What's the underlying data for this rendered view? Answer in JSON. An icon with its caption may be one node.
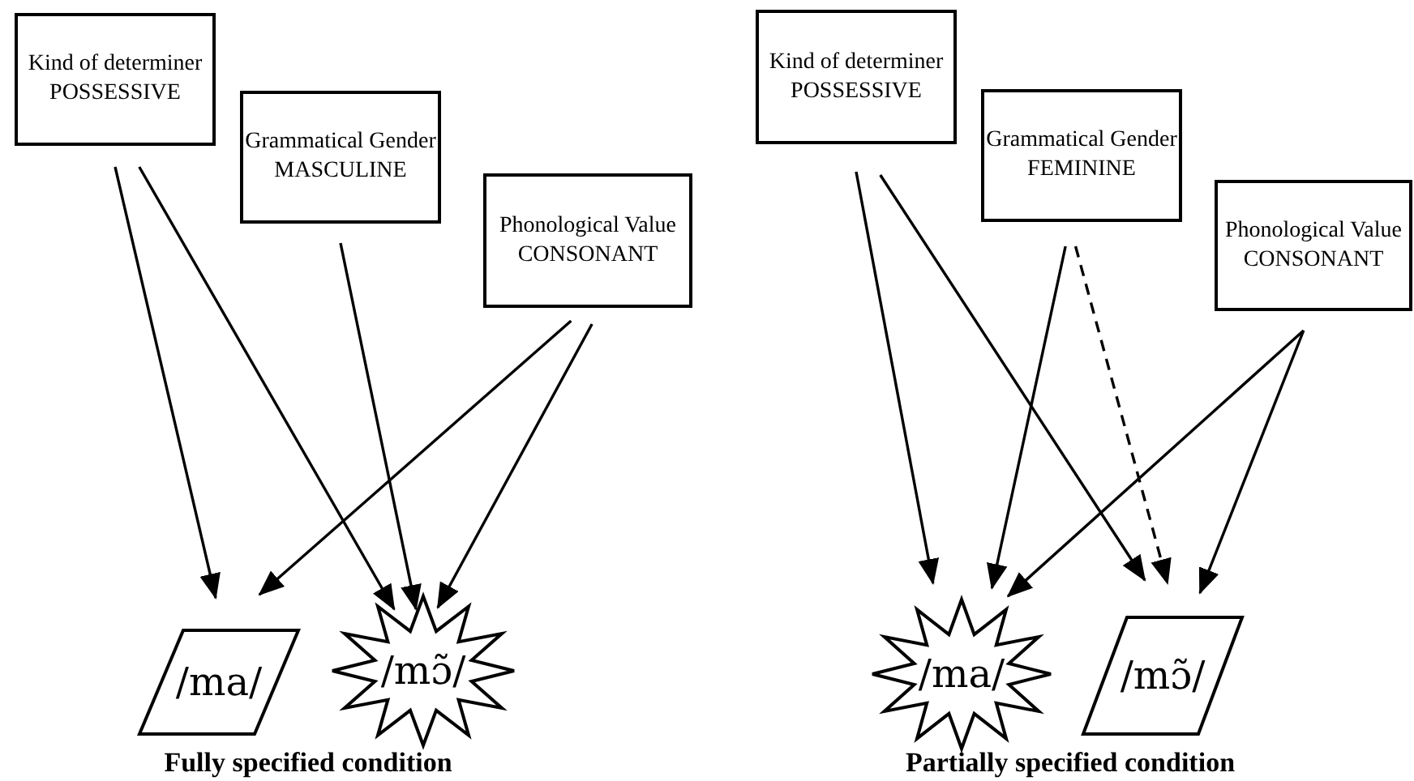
{
  "diagram": {
    "nodes": [
      {
        "text": [
          "Kind of determiner",
          "POSSESSIVE"
        ]
      },
      {
        "text": [
          "Grammatical Gender",
          "MASCULINE"
        ]
      },
      {
        "text": [
          "Phonological Value",
          "CONSONANT"
        ]
      },
      {
        "text": [
          "/ma/"
        ]
      },
      {
        "text": [
          "/mɔ̃/"
        ]
      },
      {
        "text": [
          "Kind of determiner",
          "POSSESSIVE"
        ]
      },
      {
        "text": [
          "Grammatical Gender",
          "FEMININE"
        ]
      },
      {
        "text": [
          "Phonological Value",
          "CONSONANT"
        ]
      },
      {
        "text": [
          "/ma/"
        ]
      },
      {
        "text": [
          "/mɔ̃/"
        ]
      }
    ],
    "edges": [
      {
        "from": 0,
        "to": 3,
        "arrow": "to"
      },
      {
        "from": 0,
        "to": 4,
        "arrow": "to"
      },
      {
        "from": 1,
        "to": 4,
        "arrow": "to"
      },
      {
        "from": 2,
        "to": 3,
        "arrow": "to"
      },
      {
        "from": 2,
        "to": 4,
        "arrow": "to"
      },
      {
        "from": 5,
        "to": 8,
        "arrow": "to"
      },
      {
        "from": 5,
        "to": 9,
        "arrow": "to"
      },
      {
        "from": 6,
        "to": 8,
        "arrow": "to"
      },
      {
        "from": 6,
        "to": 9,
        "arrow": "to",
        "style": "dashed"
      },
      {
        "from": 7,
        "to": 8,
        "arrow": "to"
      },
      {
        "from": 7,
        "to": 9,
        "arrow": "to"
      }
    ],
    "labels": [
      "Fully specified condition",
      "Partially specified condition"
    ]
  }
}
